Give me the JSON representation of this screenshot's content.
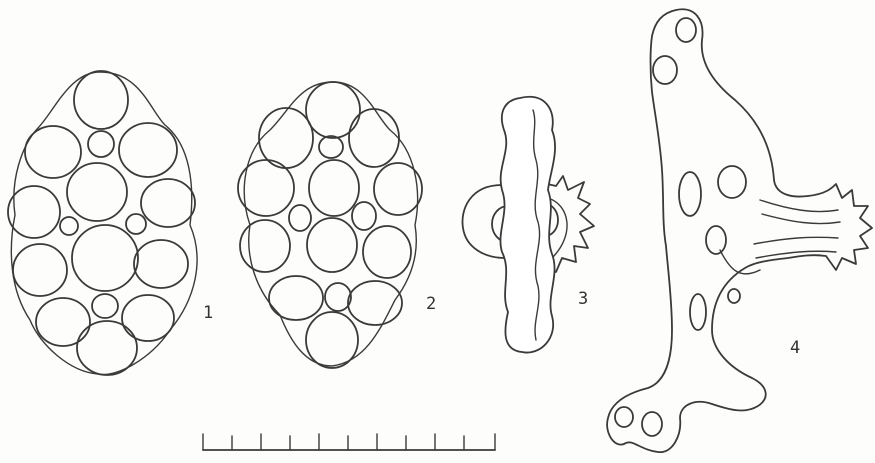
{
  "plate": {
    "figures": [
      {
        "id": "fig1",
        "label": "1"
      },
      {
        "id": "fig2",
        "label": "2"
      },
      {
        "id": "fig3",
        "label": "3"
      },
      {
        "id": "fig4",
        "label": "4"
      }
    ],
    "scale_bar": {
      "ticks": 11
    }
  },
  "colors": {
    "ink": "#3a3a3a",
    "paper": "#ffffff"
  }
}
